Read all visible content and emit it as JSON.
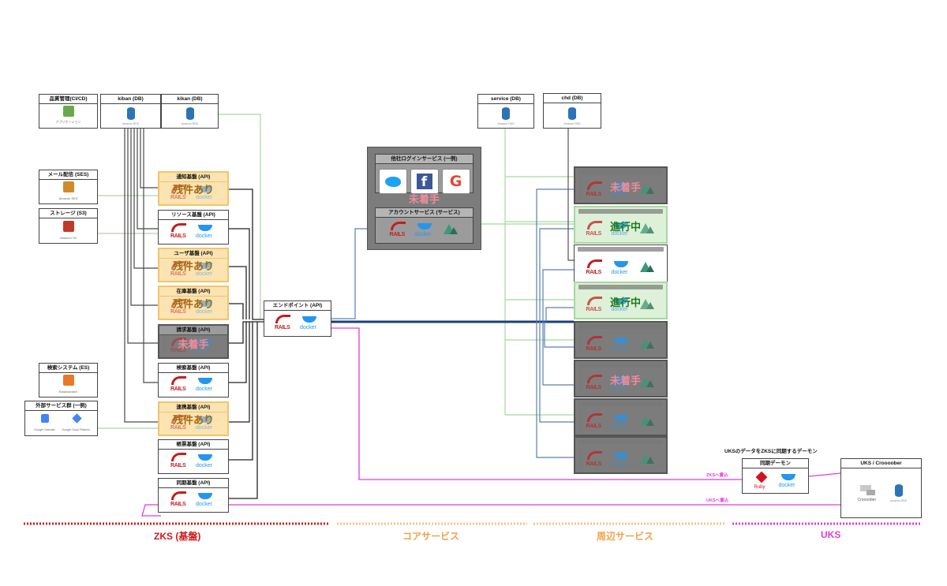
{
  "zks": {
    "quality": {
      "title": "品質管理(CI/CD)",
      "caption": "アプリケーション"
    },
    "kiban_db_1": {
      "title": "kiban (DB)"
    },
    "kiban_db_2": {
      "title": "kikan (DB)"
    },
    "mail": {
      "title": "メール配信 (SES)",
      "caption": "Amazon SES"
    },
    "storage": {
      "title": "ストレージ (S3)",
      "caption": "Amazon S3"
    },
    "search_sys": {
      "title": "検索システム (ES)",
      "caption": "Elasticsearch"
    },
    "external": {
      "title": "外部サービス群 (一例)",
      "cal_caption": "Google Calendar",
      "gcp_caption": "Google Cloud Platform"
    },
    "apis": [
      {
        "title": "通知基盤 (API)",
        "overlay": "残件あり",
        "state": "yellow"
      },
      {
        "title": "リソース基盤 (API)",
        "overlay": "",
        "state": "normal"
      },
      {
        "title": "ユーザ基盤 (API)",
        "overlay": "残件あり",
        "state": "yellow"
      },
      {
        "title": "在庫基盤 (API)",
        "overlay": "残件あり",
        "state": "yellow"
      },
      {
        "title": "請求基盤 (API)",
        "overlay": "未着手",
        "state": "gray"
      },
      {
        "title": "検索基盤 (API)",
        "overlay": "",
        "state": "normal"
      },
      {
        "title": "連携基盤 (API)",
        "overlay": "残件あり",
        "state": "yellow"
      },
      {
        "title": "帳票基盤 (API)",
        "overlay": "",
        "state": "normal"
      },
      {
        "title": "同期基盤 (API)",
        "overlay": "",
        "state": "normal"
      }
    ]
  },
  "endpoint": {
    "title": "エンドポイント (API)"
  },
  "core": {
    "social": {
      "title": "他社ログインサービス (一例)"
    },
    "account": {
      "title": "アカウントサービス (サービス)"
    },
    "status": "未着手"
  },
  "periph": {
    "service_db": {
      "title": "service (DB)"
    },
    "chd_db": {
      "title": "chd (DB)"
    },
    "services": [
      {
        "overlay": "未着手",
        "state": "gray"
      },
      {
        "overlay": "進行中",
        "state": "green"
      },
      {
        "overlay": "",
        "state": "normal"
      },
      {
        "overlay": "進行中",
        "state": "green"
      },
      {
        "overlay": "",
        "state": "gray"
      },
      {
        "overlay": "未着手",
        "state": "gray"
      },
      {
        "overlay": "",
        "state": "gray"
      },
      {
        "overlay": "",
        "state": "gray"
      }
    ]
  },
  "uks": {
    "daemon_caption": "UKSのデータをZKSに同期するデーモン",
    "daemon": {
      "title": "同期デーモン"
    },
    "main": {
      "title": "UKS / Croooober"
    },
    "write_zks": "ZKSへ書込",
    "write_uks": "UKSへ書込",
    "ruby_label": "Ruby",
    "crooo_label": "Croooober"
  },
  "icons": {
    "rails": "RAILS",
    "docker": "docker",
    "db_sub": "Amazon RDS"
  },
  "regions": [
    {
      "label": "ZKS (基盤)",
      "color": "#d11a1a"
    },
    {
      "label": "コアサービス",
      "color": "#f0a24b"
    },
    {
      "label": "周辺サービス",
      "color": "#f0a24b"
    },
    {
      "label": "UKS",
      "color": "#e33ad6"
    }
  ]
}
